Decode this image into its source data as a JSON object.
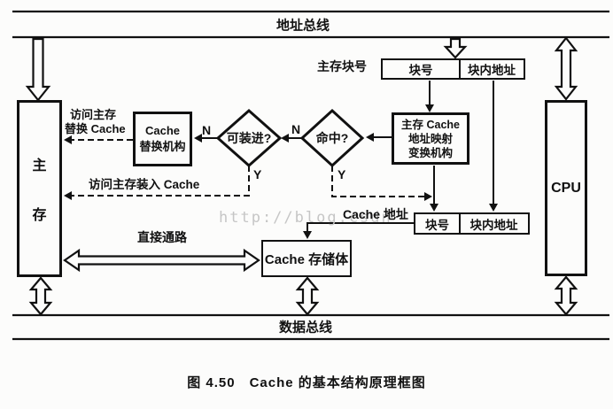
{
  "caption": "图 4.50　Cache 的基本结构原理框图",
  "watermark": "http://blog.csdn",
  "buses": {
    "address": "地址总线",
    "data": "数据总线"
  },
  "nodes": {
    "main_memory": {
      "line1": "主",
      "line2": "存"
    },
    "cpu": "CPU",
    "cache_replace": {
      "line1": "Cache",
      "line2": "替换机构"
    },
    "mapping": {
      "line1": "主存 Cache",
      "line2": "地址映射",
      "line3": "变换机构"
    },
    "cache_body": "Cache 存储体",
    "loadable_diamond": "可装进?",
    "hit_diamond": "命中?"
  },
  "registers": {
    "mm": {
      "label": "主存块号",
      "block": "块号",
      "offset": "块内地址"
    },
    "cache": {
      "label": "Cache 地址",
      "block": "块号",
      "offset": "块内地址"
    }
  },
  "edges": {
    "replace_line1": "访问主存",
    "replace_line2": "替换 Cache",
    "load": "访问主存装入 Cache",
    "direct": "直接通路",
    "n_hit": "N",
    "n_load": "N",
    "y_hit": "Y",
    "y_load": "Y"
  }
}
